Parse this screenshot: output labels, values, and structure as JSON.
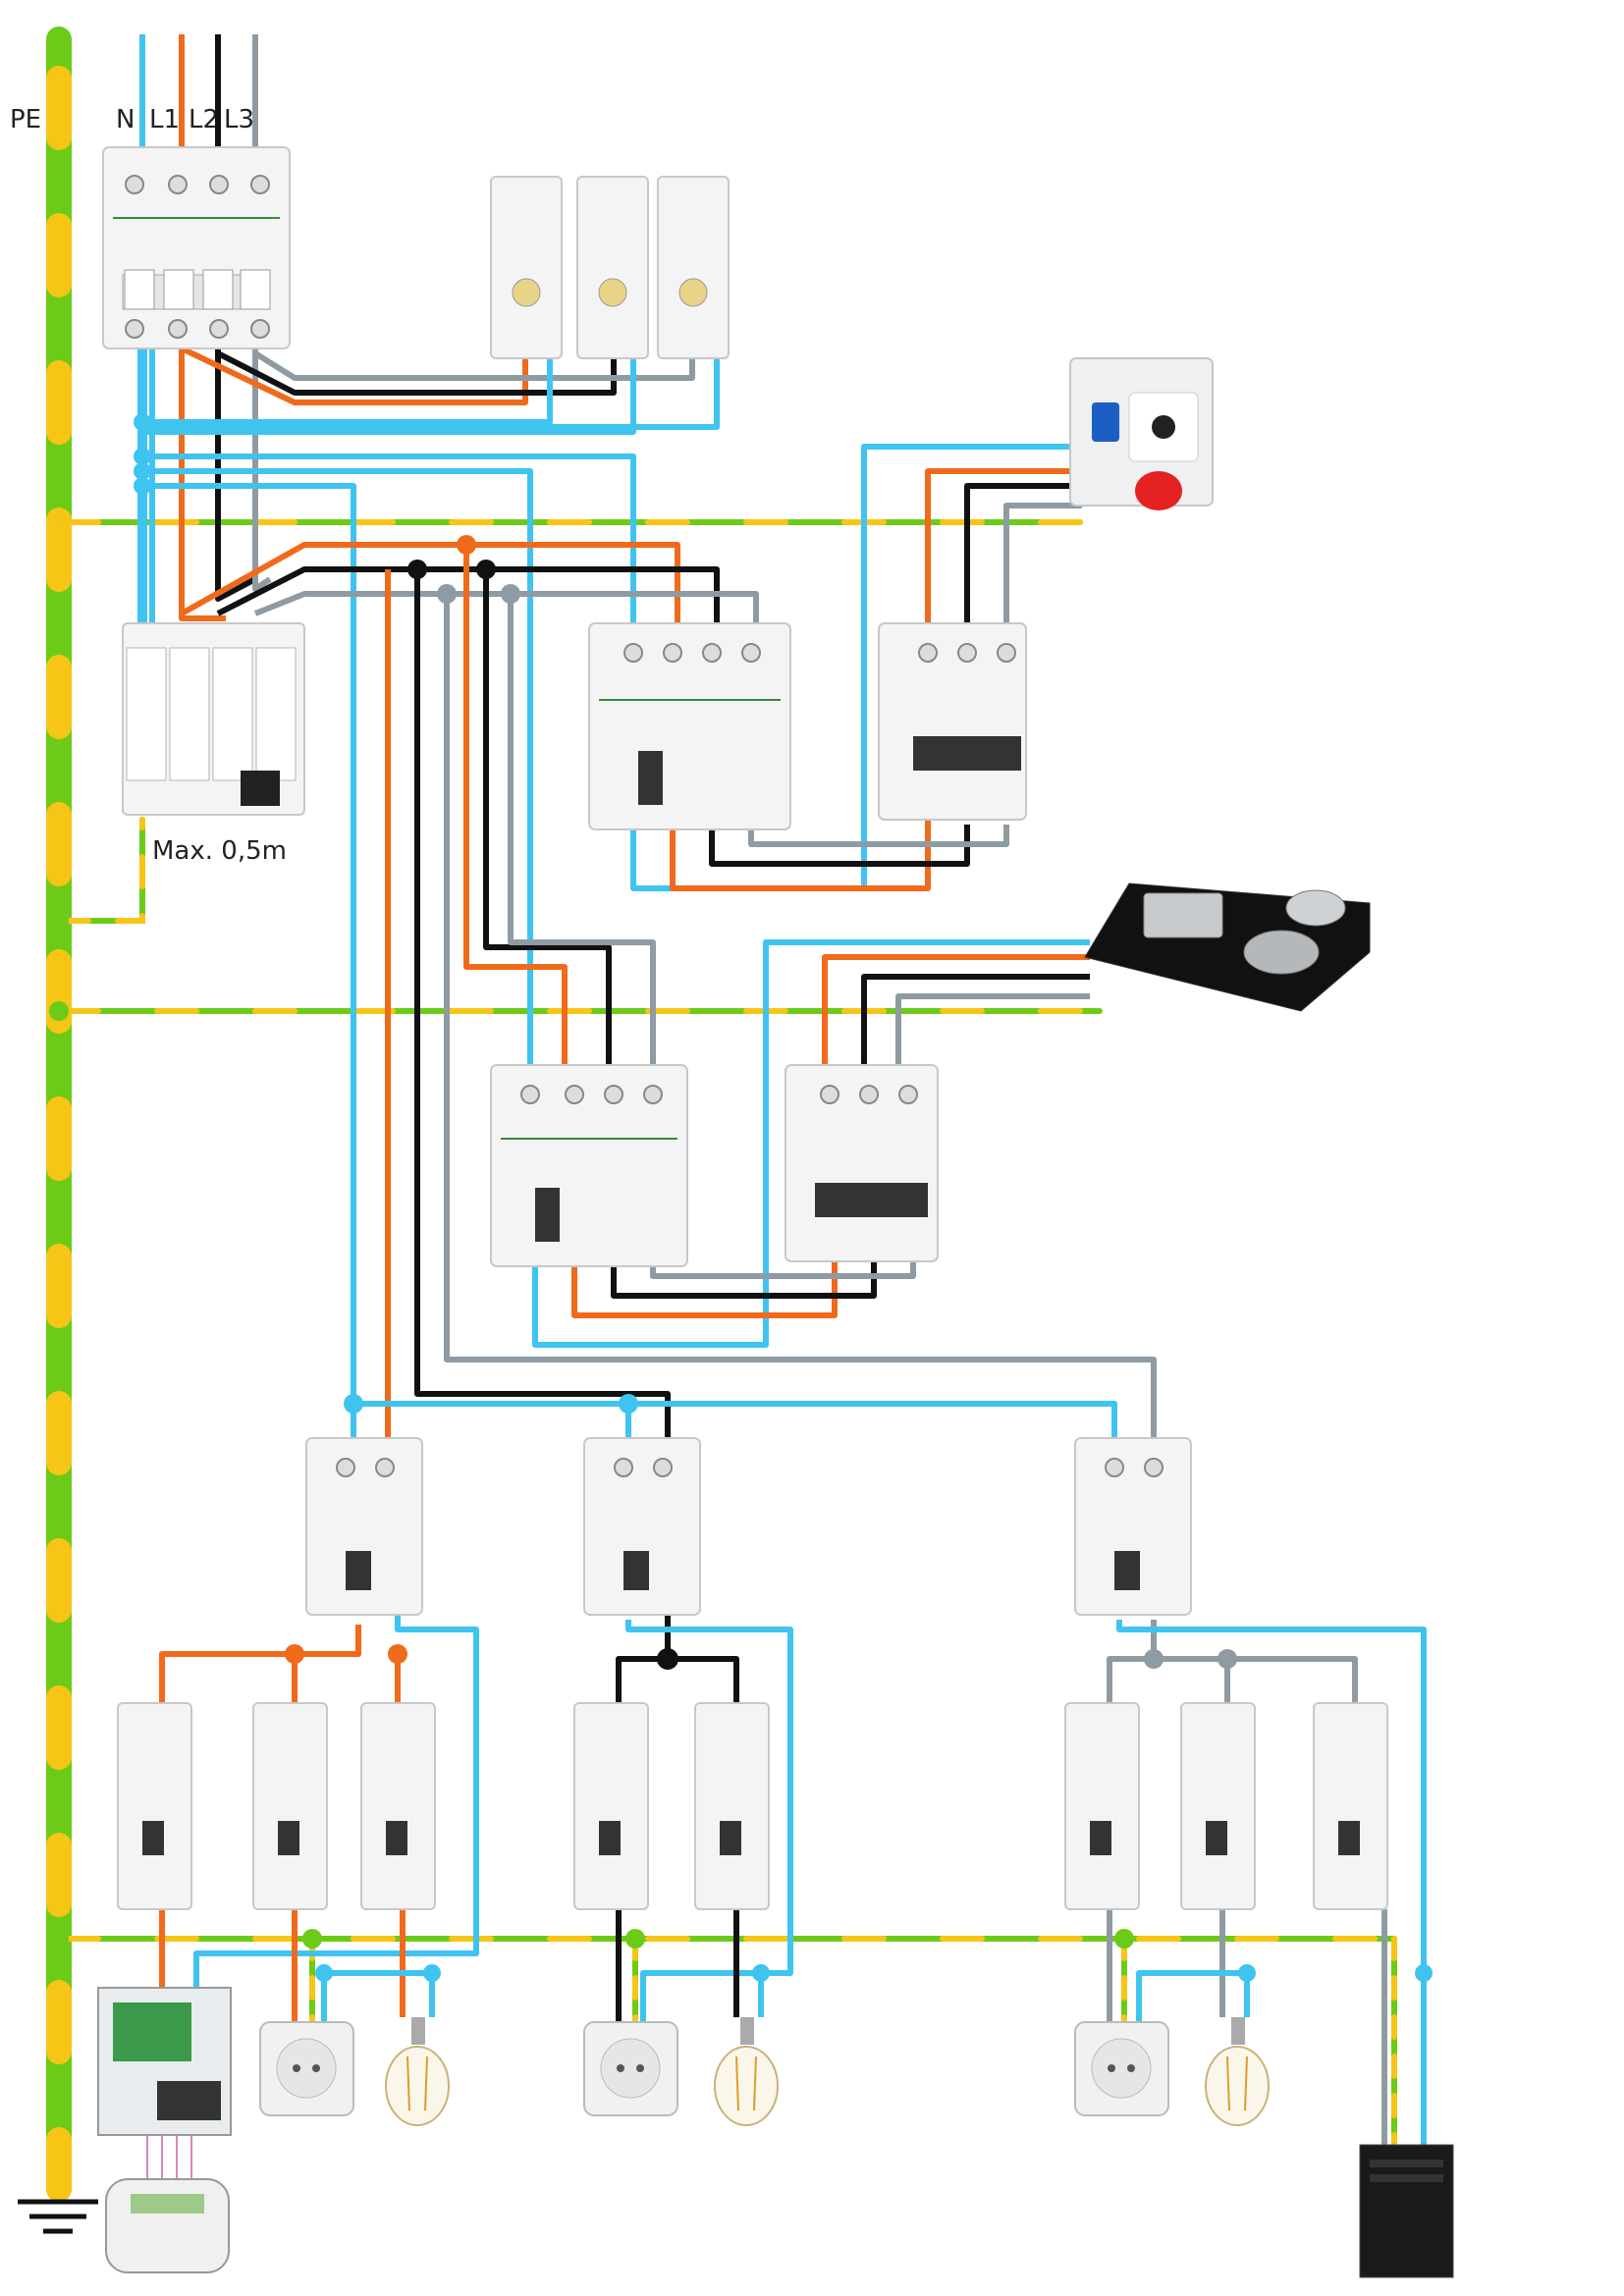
{
  "labels": {
    "pe": "PE",
    "n": "N",
    "l1": "L1",
    "l2": "L2",
    "l3": "L3",
    "spd_note": "Max. 0,5m"
  },
  "colors": {
    "neutral": "#3fc4f0",
    "l1": "#f06a1c",
    "l2": "#111111",
    "l3": "#8f9ba3",
    "earth_green": "#6ccb18",
    "earth_yellow": "#f7c515",
    "schneider_green": "#3a8a3a"
  },
  "icons": {
    "main_switch": "main-isolator-4p-icon",
    "indicator_lamps": "indicator-lamp-icon",
    "spd": "surge-protection-device-icon",
    "rcd_4p": "rcd-4p-icon",
    "mcb_3p": "mcb-3p-icon",
    "rcbo_2p": "rcbo-2p-icon",
    "mcb_1p": "mcb-1p-icon",
    "industrial_socket": "industrial-socket-icon",
    "induction_hob": "induction-hob-icon",
    "socket": "socket-outlet-icon",
    "bulb": "light-bulb-icon",
    "alarm_panel": "alarm-panel-icon",
    "keypad": "alarm-keypad-icon",
    "pc_tower": "pc-tower-icon",
    "ground": "ground-symbol-icon"
  }
}
